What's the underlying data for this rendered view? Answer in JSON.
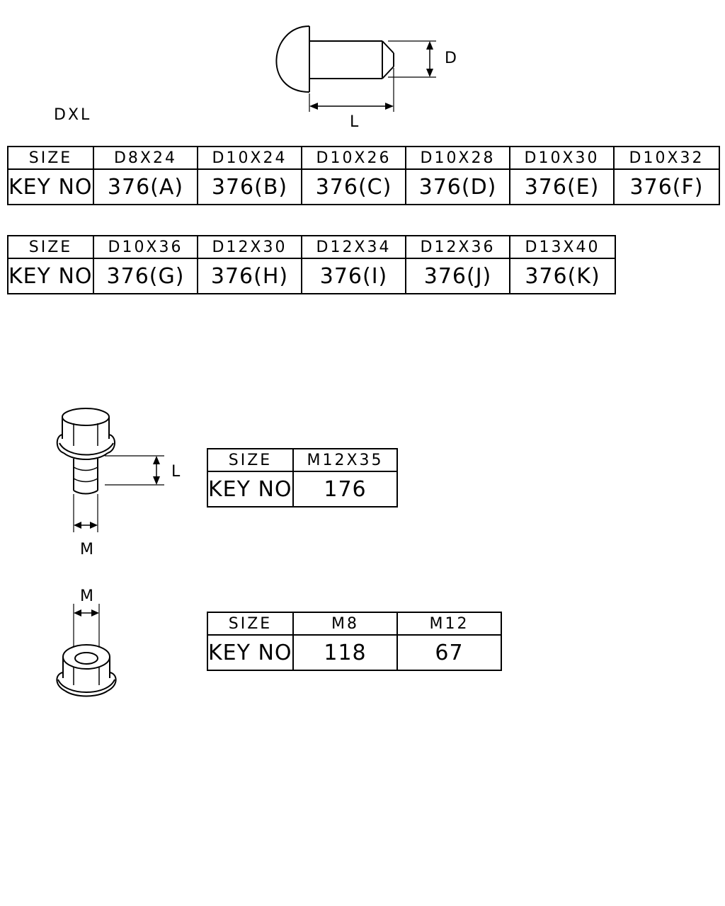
{
  "pin": {
    "series_label": "DXL",
    "dim_d": "D",
    "dim_l": "L",
    "table_1": {
      "row_labels": [
        "SIZE",
        "KEY NO."
      ],
      "sizes": [
        "D8X24",
        "D10X24",
        "D10X26",
        "D10X28",
        "D10X30",
        "D10X32"
      ],
      "keys": [
        "376(A)",
        "376(B)",
        "376(C)",
        "376(D)",
        "376(E)",
        "376(F)"
      ]
    },
    "table_2": {
      "row_labels": [
        "SIZE",
        "KEY NO."
      ],
      "sizes": [
        "D10X36",
        "D12X30",
        "D12X34",
        "D12X36",
        "D13X40"
      ],
      "keys": [
        "376(G)",
        "376(H)",
        "376(I)",
        "376(J)",
        "376(K)"
      ]
    }
  },
  "bolt": {
    "dim_l": "L",
    "dim_m": "M",
    "table": {
      "row_labels": [
        "SIZE",
        "KEY NO."
      ],
      "sizes": [
        "M12X35"
      ],
      "keys": [
        "176"
      ]
    }
  },
  "nut": {
    "dim_m": "M",
    "table": {
      "row_labels": [
        "SIZE",
        "KEY NO."
      ],
      "sizes": [
        "M8",
        "M12"
      ],
      "keys": [
        "118",
        "67"
      ]
    }
  }
}
